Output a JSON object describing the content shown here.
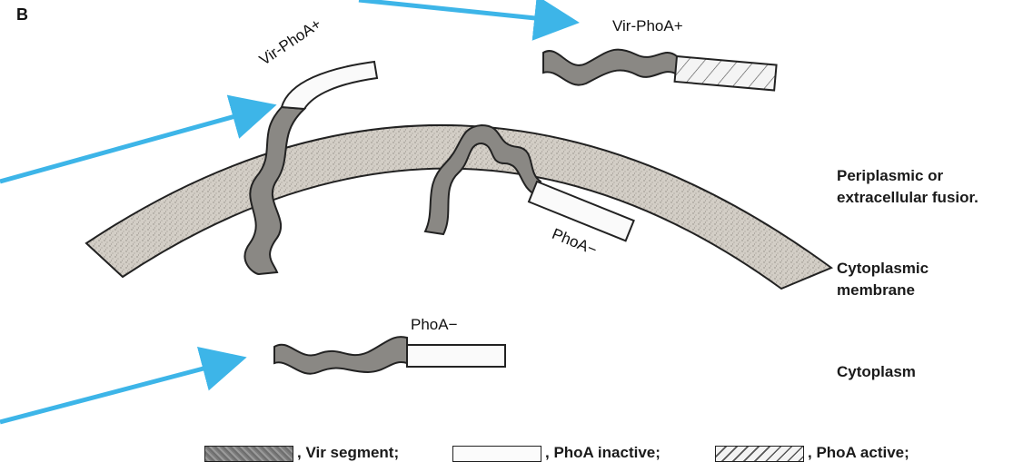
{
  "panel_label": "B",
  "fusions": {
    "membrane_spanning_label": "Vir-PhoA+",
    "extracellular_label": "Vir-PhoA+",
    "embedded_label": "PhoA−",
    "cytoplasmic_label": "PhoA−"
  },
  "regions": {
    "periplasmic_line1": "Periplasmic or",
    "periplasmic_line2": "extracellular fusior.",
    "membrane_line1": "Cytoplasmic",
    "membrane_line2": "membrane",
    "cytoplasm": "Cytoplasm"
  },
  "legend": {
    "vir": ", Vir segment;",
    "inactive": ", PhoA inactive;",
    "active": ", PhoA active;"
  },
  "colors": {
    "arrow": "#3db5e8",
    "membrane": "#d0cbc2",
    "vir": "#8a8884",
    "outline": "#222222"
  }
}
